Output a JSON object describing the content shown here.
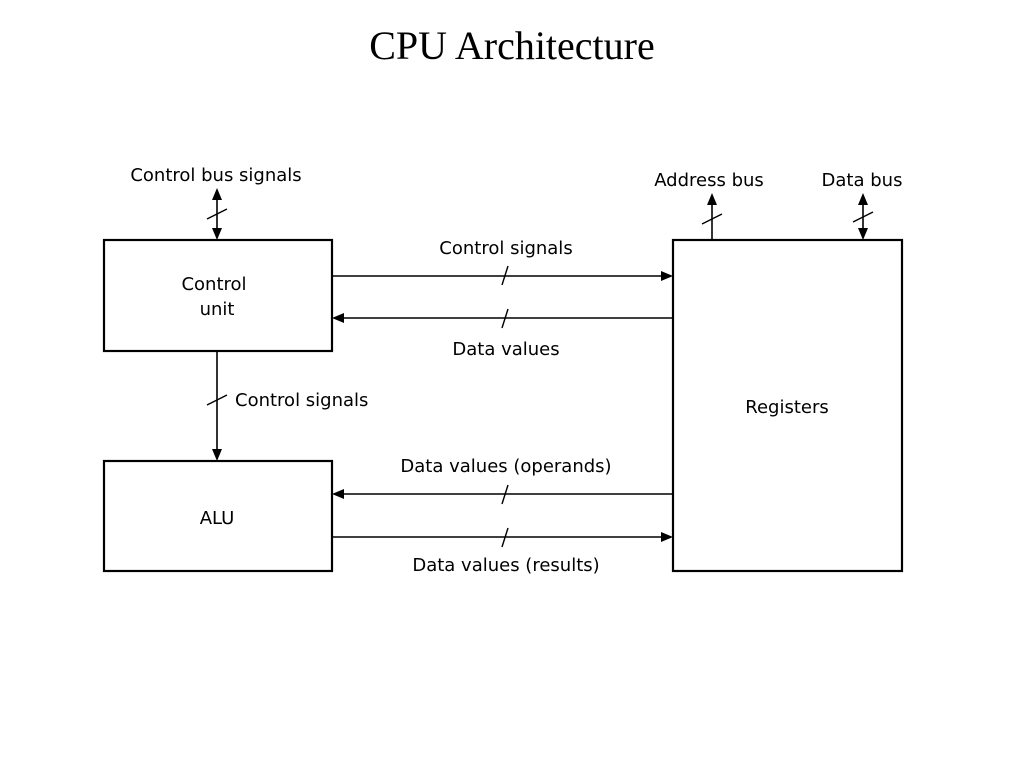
{
  "title": "CPU Architecture",
  "blocks": {
    "control_unit": {
      "line1": "Control",
      "line2": "unit"
    },
    "alu": "ALU",
    "registers": "Registers"
  },
  "labels": {
    "control_bus": "Control bus signals",
    "address_bus": "Address bus",
    "data_bus": "Data bus",
    "cu_to_reg": "Control signals",
    "reg_to_cu": "Data values",
    "cu_to_alu": "Control signals",
    "reg_to_alu": "Data values (operands)",
    "alu_to_reg": "Data values (results)"
  }
}
